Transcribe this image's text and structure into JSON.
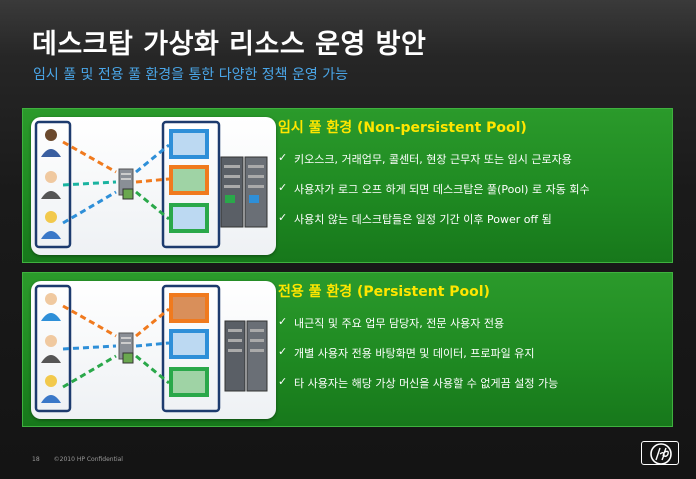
{
  "slide": {
    "title": "데스크탑 가상화 리소스 운영 방안",
    "subtitle": "임시 풀 및 전용 풀 환경을 통한 다양한 정책 운영 가능"
  },
  "panels": [
    {
      "title": "임시 풀 환경 (Non-persistent Pool)",
      "bullets": [
        "키오스크, 거래업무, 콜센터, 현장 근무자 또는 임시 근로자용",
        "사용자가 로그 오프 하게 되면 데스크탑은 풀(Pool) 로 자동 회수",
        "사용치 않는 데스크탑들은 일정 기간 이후 Power off 됨"
      ]
    },
    {
      "title": "전용 풀 환경 (Persistent Pool)",
      "bullets": [
        "내근직 및 주요 업무 담당자, 전문 사용자 전용",
        "개별 사용자 전용 바탕화면 및 데이터, 프로파일 유지",
        "타 사용자는 해당 가상 머신을 사용할 수 없게끔 설정 가능"
      ]
    }
  ],
  "footer": {
    "page_number": "18",
    "confidential": "©2010 HP Confidential"
  },
  "colors": {
    "accent_title": "#ffe600",
    "subtitle": "#4aa6e8",
    "panel_green": "#1f8a22",
    "link_orange": "#f07a1e",
    "link_teal": "#1ab3a0",
    "link_blue": "#2e8fd8",
    "link_green": "#2aa84a"
  },
  "icons": {
    "check": "check-icon",
    "user": "user-icon",
    "broker": "connection-broker-icon",
    "desktop": "virtual-desktop-icon",
    "server": "server-rack-icon",
    "logo": "hp-logo"
  }
}
